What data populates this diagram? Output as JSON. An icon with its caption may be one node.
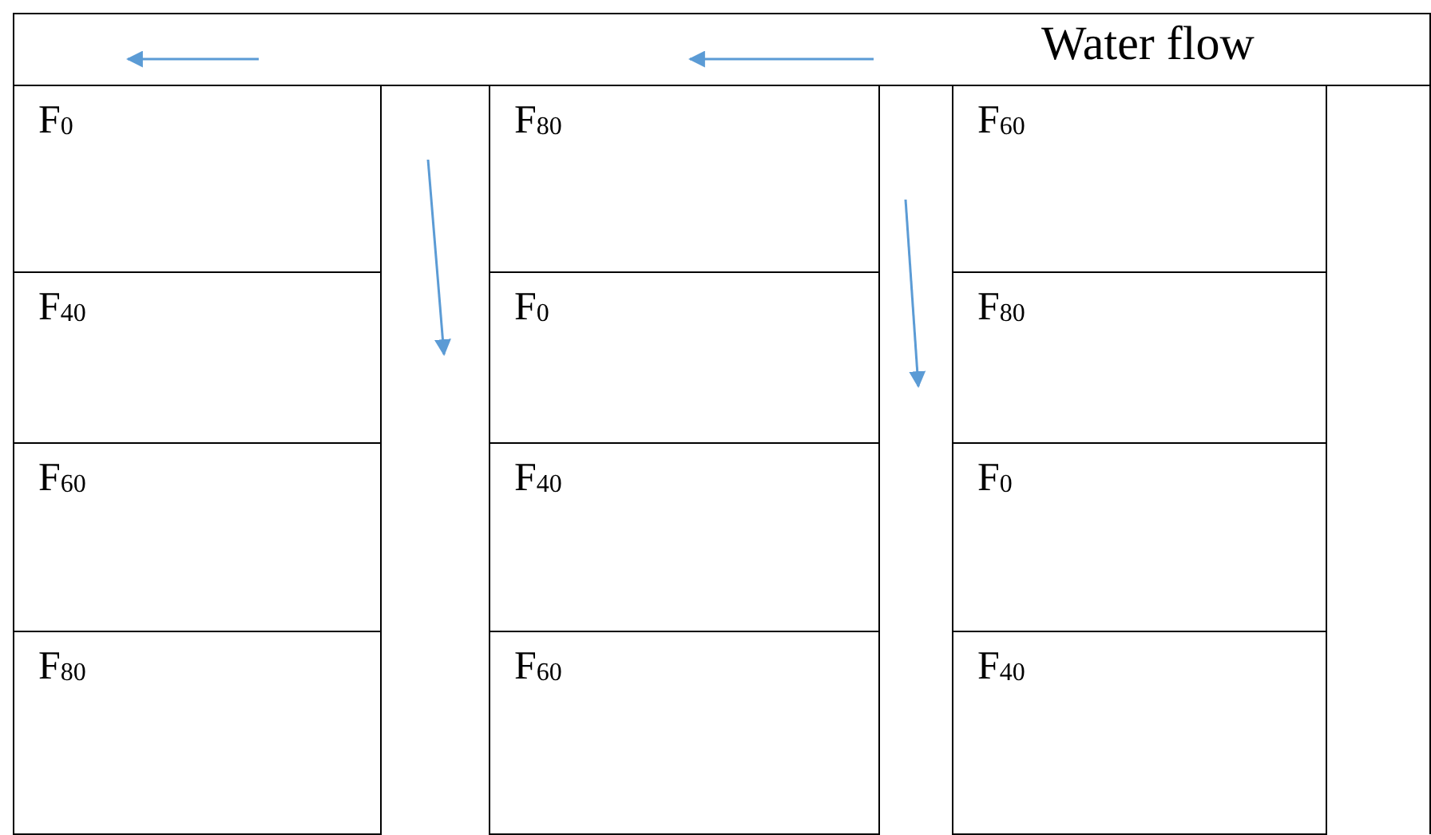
{
  "diagram": {
    "nodes": [
      {
        "text": [
          "F$_{0}$"
        ]
      },
      {
        "text": [
          "F$_{80}$"
        ]
      },
      {
        "text": [
          "F$_{60}$"
        ]
      },
      {
        "text": [
          "F$_{40}$"
        ]
      },
      {
        "text": [
          "F$_{0}$"
        ]
      },
      {
        "text": [
          "F$_{80}$"
        ]
      },
      {
        "text": [
          "F$_{60}$"
        ]
      },
      {
        "text": [
          "F$_{40}$"
        ]
      },
      {
        "text": [
          "F$_{0}$"
        ]
      },
      {
        "text": [
          "F$_{80}$"
        ]
      },
      {
        "text": [
          "F$_{60}$"
        ]
      },
      {
        "text": [
          "F$_{40}$"
        ]
      }
    ],
    "labels": [
      "Water flow"
    ]
  }
}
